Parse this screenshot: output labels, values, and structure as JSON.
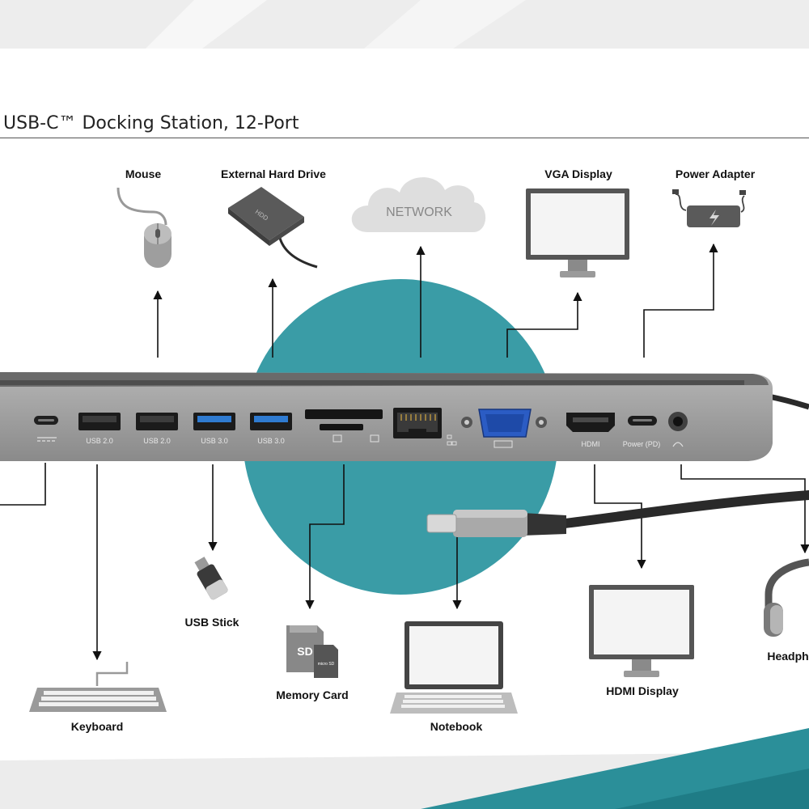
{
  "title": "USB-C™ Docking Station, 12-Port",
  "network_label": "NETWORK",
  "hdd_text": "HDD",
  "sd_text": "SD",
  "microsd_text": "micro SD",
  "ports": {
    "usb2_a": "USB 2.0",
    "usb2_b": "USB 2.0",
    "usb3_a": "USB 3.0",
    "usb3_b": "USB 3.0",
    "hdmi": "HDMI",
    "power": "Power (PD)"
  },
  "devices": {
    "mouse": "Mouse",
    "hard_drive": "External Hard Drive",
    "vga_display": "VGA Display",
    "power_adapter": "Power Adapter",
    "usb_stick": "USB Stick",
    "memory_card": "Memory Card",
    "hdmi_display": "HDMI Display",
    "headphones": "Headph",
    "keyboard": "Keyboard",
    "notebook": "Notebook"
  },
  "colors": {
    "teal": "#3a9ca6",
    "dock_body": "#9a9a9a",
    "dock_top": "#6e6e6e",
    "usb3_blue": "#2f7bd1",
    "vga_blue": "#2b5cc4"
  }
}
